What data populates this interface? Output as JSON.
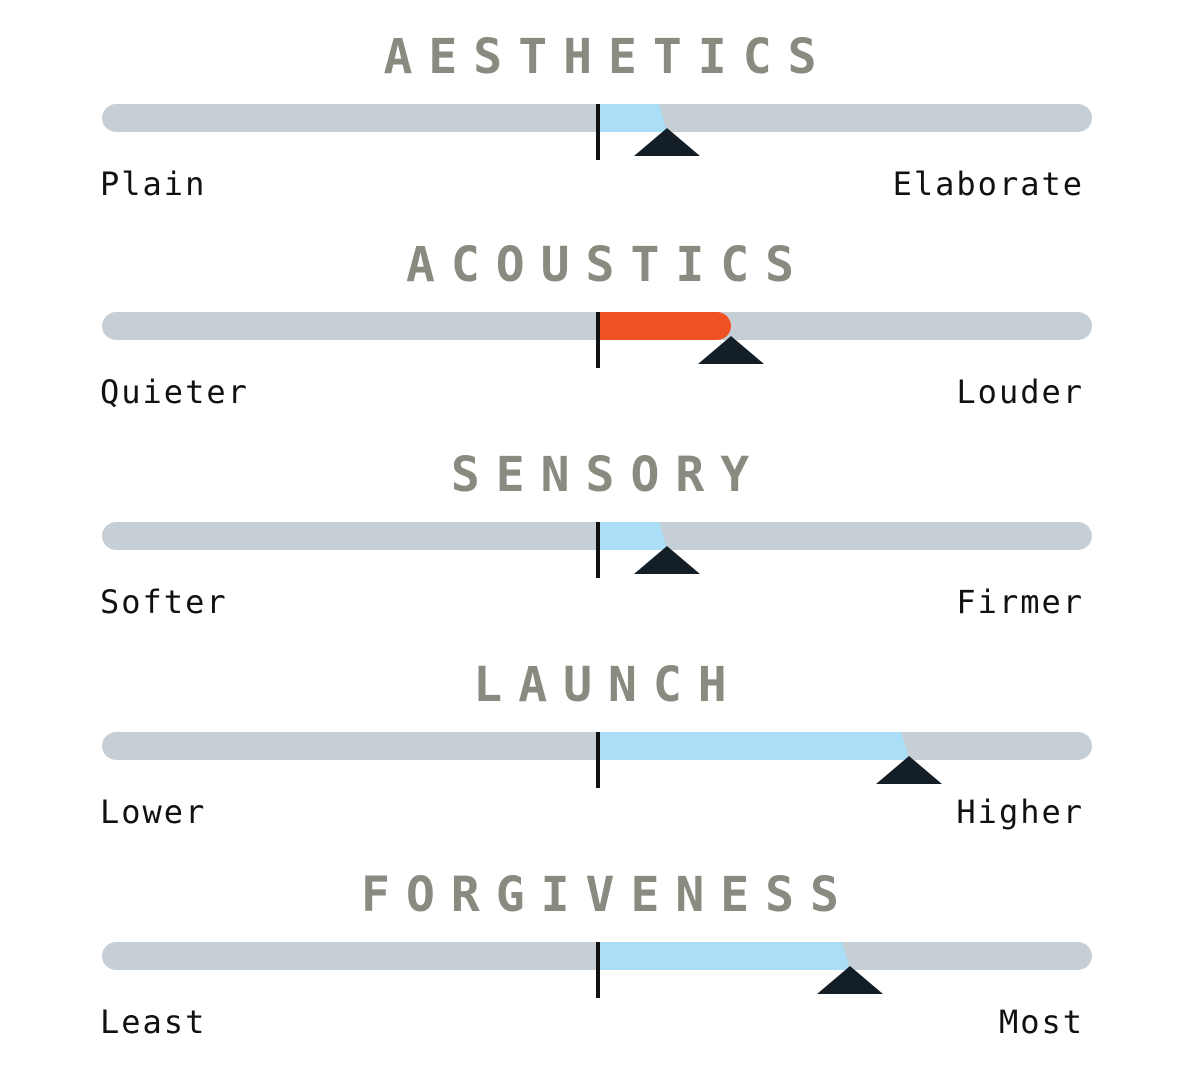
{
  "colors": {
    "track": "#c6ced6",
    "fill_default": "#aadff7",
    "fill_highlight": "#f05122",
    "pointer": "#131e26",
    "title": "#8a8a80"
  },
  "scales": [
    {
      "title": "AESTHETICS",
      "left_label": "Plain",
      "right_label": "Elaborate",
      "value": 0.14,
      "fill_color": "#aadff7"
    },
    {
      "title": "ACOUSTICS",
      "left_label": "Quieter",
      "right_label": "Louder",
      "value": 0.27,
      "fill_color": "#f05122"
    },
    {
      "title": "SENSORY",
      "left_label": "Softer",
      "right_label": "Firmer",
      "value": 0.14,
      "fill_color": "#aadff7"
    },
    {
      "title": "LAUNCH",
      "left_label": "Lower",
      "right_label": "Higher",
      "value": 0.63,
      "fill_color": "#aadff7"
    },
    {
      "title": "FORGIVENESS",
      "left_label": "Least",
      "right_label": "Most",
      "value": 0.51,
      "fill_color": "#aadff7"
    }
  ]
}
